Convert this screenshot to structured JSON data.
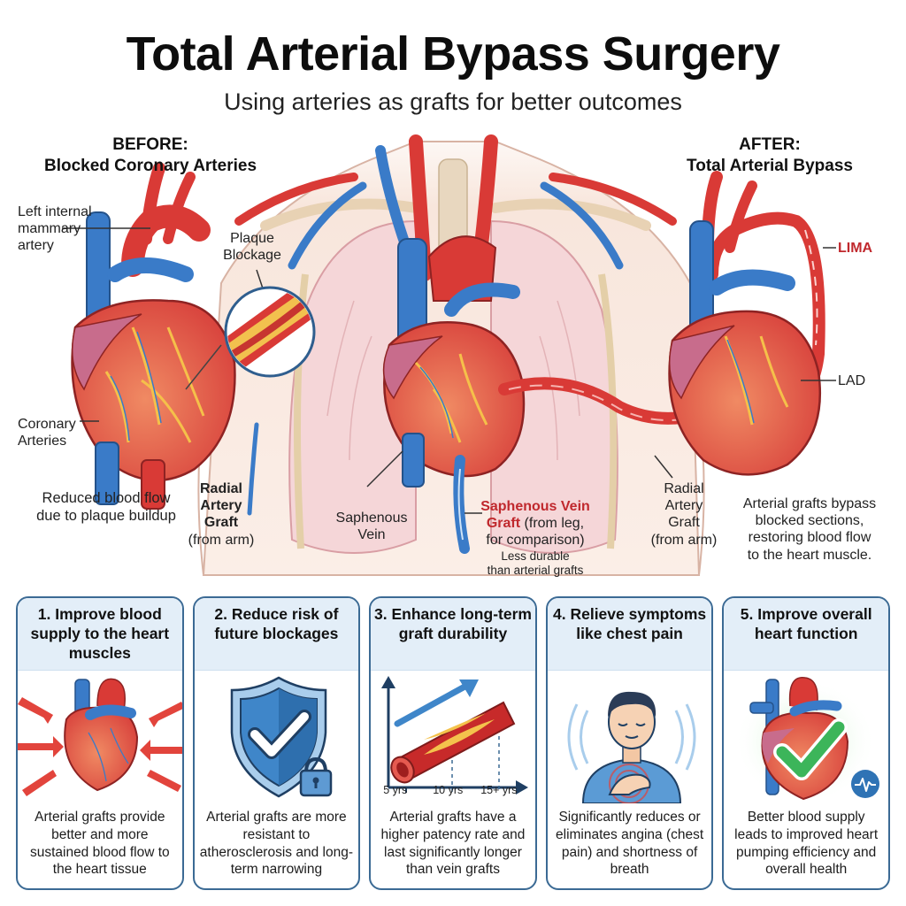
{
  "header": {
    "title": "Total Arterial Bypass Surgery",
    "subtitle": "Using arteries as grafts for better outcomes"
  },
  "before": {
    "heading_line1": "BEFORE:",
    "heading_line2": "Blocked Coronary Arteries",
    "labels": {
      "lima_line1": "Left internal",
      "lima_line2": "mammary",
      "lima_line3": "artery",
      "coronary_line1": "Coronary",
      "coronary_line2": "Arteries",
      "plaque_line1": "Plaque",
      "plaque_line2": "Blockage"
    },
    "caption_line1": "Reduced blood flow",
    "caption_line2": "due to plaque buildup"
  },
  "center": {
    "radial_left_line1": "Radial",
    "radial_left_line2": "Artery",
    "radial_left_line3": "Graft",
    "radial_left_line4": "(from arm)",
    "saphenous_vein_line1": "Saphenous",
    "saphenous_vein_line2": "Vein",
    "svg_label_red": "Saphenous Vein",
    "svg_label_red2": "Graft",
    "svg_label_rest": "(from leg,",
    "svg_label_rest2": "for comparison)",
    "svg_note_line1": "Less durable",
    "svg_note_line2": "than arterial grafts",
    "radial_right_line1": "Radial",
    "radial_right_line2": "Artery",
    "radial_right_line3": "Graft",
    "radial_right_line4": "(from arm)"
  },
  "after": {
    "heading_line1": "AFTER:",
    "heading_line2": "Total Arterial Bypass",
    "labels": {
      "lima": "LIMA",
      "lad": "LAD"
    },
    "caption_line1": "Arterial grafts bypass",
    "caption_line2": "blocked sections,",
    "caption_line3": "restoring blood flow",
    "caption_line4": "to the heart muscle."
  },
  "benefits": [
    {
      "title": "1. Improve blood supply to the heart muscles",
      "icon": "heart-with-inflow-arrows-icon",
      "text": "Arterial grafts provide better and more sustained blood flow to the heart tissue"
    },
    {
      "title": "2. Reduce risk of future blockages",
      "icon": "shield-check-lock-icon",
      "text": "Arterial grafts are more resistant to atherosclerosis and long-term narrowing"
    },
    {
      "title": "3. Enhance long-term graft durability",
      "icon": "graft-durability-graph-icon",
      "text": "Arterial grafts have a higher patency rate and last significantly longer than vein grafts",
      "axis_ticks": [
        "5 yrs",
        "10 yrs",
        "15+ yrs"
      ]
    },
    {
      "title": "4. Relieve symptoms like chest pain",
      "icon": "person-chest-relief-icon",
      "text": "Significantly reduces or eliminates angina (chest pain) and shortness of breath"
    },
    {
      "title": "5. Improve overall heart function",
      "icon": "heart-checkmark-icon",
      "text": "Better blood supply leads to improved heart pumping efficiency and overall health"
    }
  ],
  "colors": {
    "artery_red": "#d93a36",
    "vein_blue": "#3a7bc8",
    "label_red": "#c0282d",
    "card_border": "#3b6a94",
    "card_header_bg": "#e3eef8",
    "check_green": "#3cb55a",
    "skin": "#f7e3d8",
    "lung_pink": "#f4d3d6"
  }
}
